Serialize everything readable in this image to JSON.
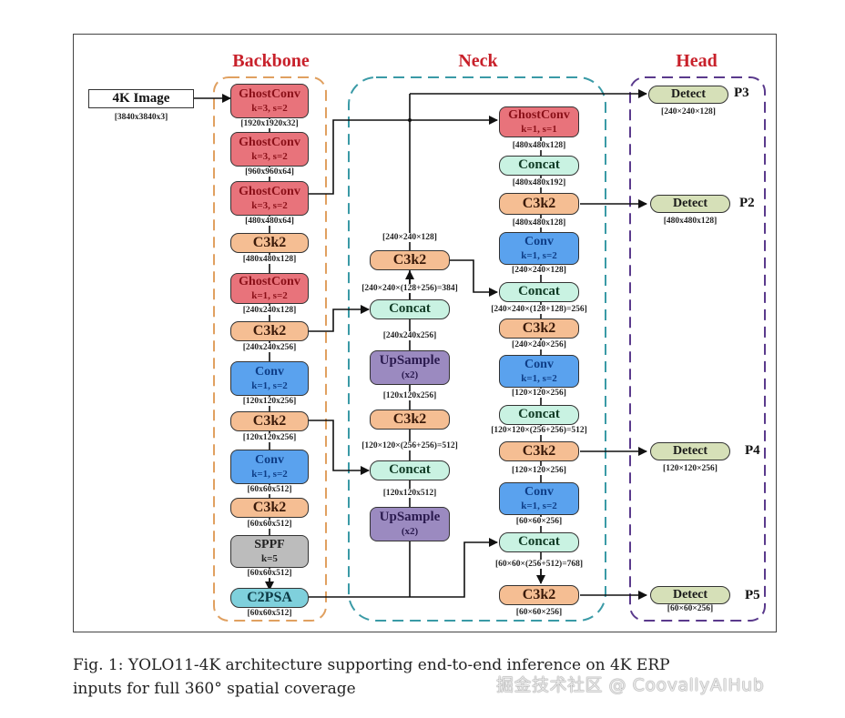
{
  "groups": {
    "backbone": "Backbone",
    "neck": "Neck",
    "head": "Head"
  },
  "colors": {
    "backbone_border": "#e0a060",
    "neck_border": "#3a9aa6",
    "head_border": "#5a3a8c",
    "group_title": "#c8202a"
  },
  "input": {
    "label": "4K Image",
    "dim": "[3840x3840x3]"
  },
  "backbone": [
    {
      "label": "GhostConv",
      "params": "k=3, s=2",
      "dim": "[1920x1920x32]"
    },
    {
      "label": "GhostConv",
      "params": "k=3, s=2",
      "dim": "[960x960x64]"
    },
    {
      "label": "GhostConv",
      "params": "k=3, s=2",
      "dim": "[480x480x64]"
    },
    {
      "label": "C3k2",
      "dim": "[480x480x128]"
    },
    {
      "label": "GhostConv",
      "params": "k=1, s=2",
      "dim": "[240x240x128]"
    },
    {
      "label": "C3k2",
      "dim": "[240x240x256]"
    },
    {
      "label": "Conv",
      "params": "k=1, s=2",
      "dim": "[120x120x256]"
    },
    {
      "label": "C3k2",
      "dim": "[120x120x256]"
    },
    {
      "label": "Conv",
      "params": "k=1, s=2",
      "dim": "[60x60x512]"
    },
    {
      "label": "C3k2",
      "dim": "[60x60x512]"
    },
    {
      "label": "SPPF",
      "params": "k=5",
      "dim": "[60x60x512]"
    },
    {
      "label": "C2PSA",
      "dim": "[60x60x512]"
    }
  ],
  "neck_left": [
    {
      "label": "C3k2",
      "dim_above": "[240×240×128]",
      "dim_below": "[240×240×(128+256)=384]"
    },
    {
      "label": "Concat",
      "dim": "[240x240x256]"
    },
    {
      "label": "UpSample",
      "params": "(x2)",
      "dim": "[120x120x256]"
    },
    {
      "label": "C3k2",
      "dim": "[120×120×(256+256)=512]"
    },
    {
      "label": "Concat",
      "dim": "[120x120x512]"
    },
    {
      "label": "UpSample",
      "params": "(x2)"
    }
  ],
  "neck_right": [
    {
      "label": "GhostConv",
      "params": "k=1, s=1",
      "dim": "[480x480x128]"
    },
    {
      "label": "Concat",
      "dim": "[480x480x192]"
    },
    {
      "label": "C3k2",
      "dim": "[480x480x128]"
    },
    {
      "label": "Conv",
      "params": "k=1, s=2",
      "dim": "[240×240×128]"
    },
    {
      "label": "Concat",
      "dim": "[240×240×(128+128)=256]"
    },
    {
      "label": "C3k2",
      "dim": "[240×240×256]"
    },
    {
      "label": "Conv",
      "params": "k=1, s=2",
      "dim": "[120×120×256]"
    },
    {
      "label": "Concat",
      "dim": "[120×120×(256+256)=512]"
    },
    {
      "label": "C3k2",
      "dim": "[120×120×256]"
    },
    {
      "label": "Conv",
      "params": "k=1, s=2",
      "dim": "[60×60×256]"
    },
    {
      "label": "Concat",
      "dim": "[60×60×(256+512)=768]"
    },
    {
      "label": "C3k2",
      "dim": "[60×60×256]"
    }
  ],
  "head": [
    {
      "label": "Detect",
      "dim": "[240×240×128]",
      "scale": "P3"
    },
    {
      "label": "Detect",
      "dim": "[480x480x128]",
      "scale": "P2"
    },
    {
      "label": "Detect",
      "dim": "[120×120×256]",
      "scale": "P4"
    },
    {
      "label": "Detect",
      "dim": "[60×60×256]",
      "scale": "P5"
    }
  ],
  "caption": {
    "line1": "Fig. 1: YOLO11-4K architecture supporting end-to-end inference on 4K ERP",
    "line2": "inputs for full 360° spatial coverage"
  },
  "watermark": "掘金技术社区 @ CoovallyAIHub"
}
